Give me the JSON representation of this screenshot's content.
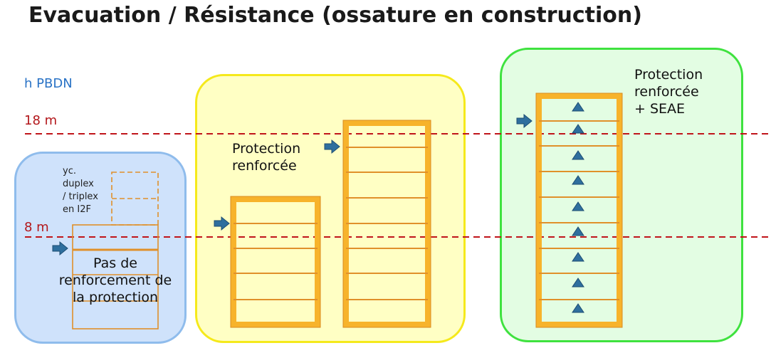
{
  "title": "Evacuation / Résistance (ossature en construction)",
  "axis_label": "h PBDN",
  "levels": [
    {
      "label": "18 m",
      "value_m": 18
    },
    {
      "label": "8 m",
      "value_m": 8
    }
  ],
  "zones": [
    {
      "id": "blue",
      "note_lines": [
        "yc.",
        "duplex",
        "/ triplex",
        "en I2F"
      ],
      "caption": "Pas de renforcement de la protection"
    },
    {
      "id": "yellow",
      "caption_lines": [
        "Protection",
        "renforcée"
      ]
    },
    {
      "id": "green",
      "caption_lines": [
        "Protection",
        "renforcée",
        "+ SEAE"
      ]
    }
  ],
  "colors": {
    "blue_zone": "#cfe2fb",
    "yellow_zone": "#ffffc4",
    "green_zone": "#e3fde3",
    "level_line": "#c0141a",
    "building": "#f7b32b",
    "arrow": "#2f6f9e"
  },
  "icons": [
    "entry-arrow-icon",
    "triangle-marker-icon"
  ]
}
